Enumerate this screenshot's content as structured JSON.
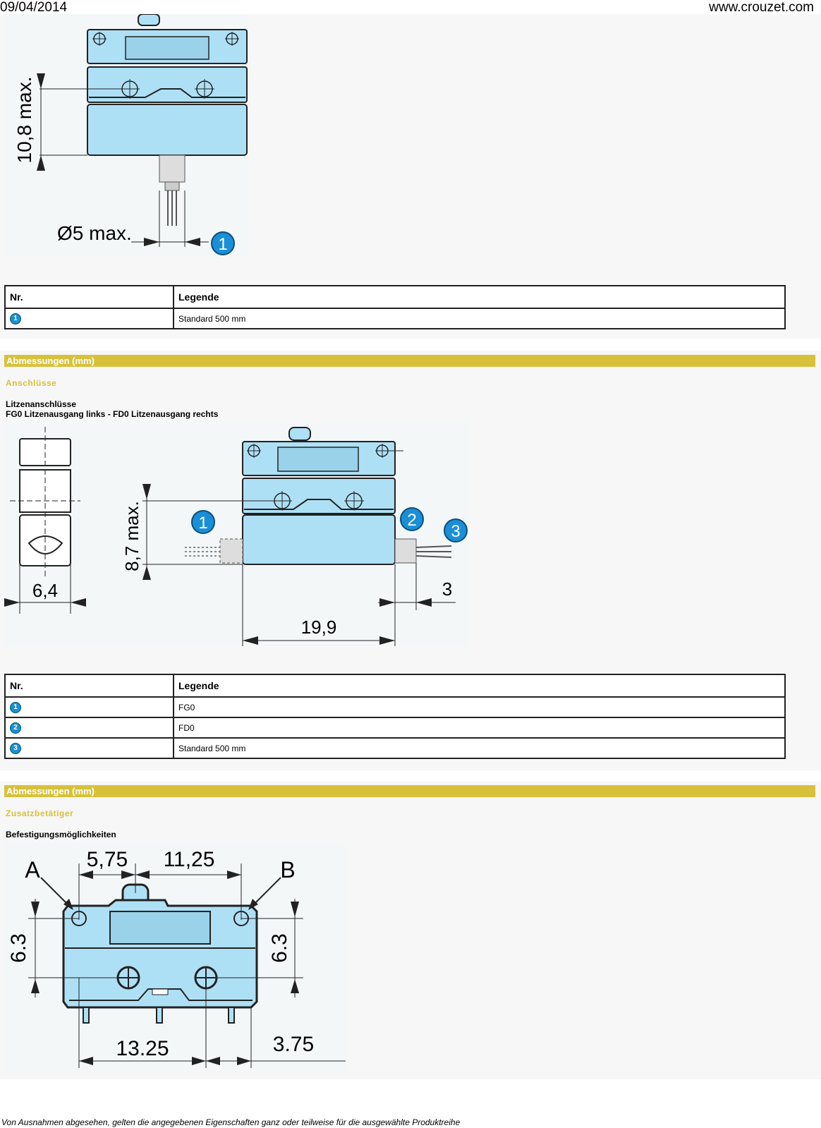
{
  "header": {
    "date": "09/04/2014",
    "site": "www.crouzet.com"
  },
  "figure1": {
    "dim_height": "10,8 max.",
    "dim_diameter": "Ø5 max.",
    "callouts": [
      "1"
    ]
  },
  "table1": {
    "headers": [
      "Nr.",
      "Legende"
    ],
    "rows": [
      {
        "nr": "1",
        "legend": "Standard 500 mm"
      }
    ]
  },
  "section1": {
    "band": "Abmessungen (mm)",
    "subtitle": "Anschlüsse",
    "caption_line1": "Litzenanschlüsse",
    "caption_line2": "FG0 Litzenausgang links - FD0 Litzenausgang rechts"
  },
  "figure2": {
    "dim_width_side": "6,4",
    "dim_height": "8,7 max.",
    "dim_length": "19,9",
    "dim_offset": "3",
    "callouts": [
      "1",
      "2",
      "3"
    ]
  },
  "table2": {
    "headers": [
      "Nr.",
      "Legende"
    ],
    "rows": [
      {
        "nr": "1",
        "legend": "FG0"
      },
      {
        "nr": "2",
        "legend": "FD0"
      },
      {
        "nr": "3",
        "legend": "Standard 500 mm"
      }
    ]
  },
  "section2": {
    "band": "Abmessungen (mm)",
    "subtitle": "Zusatzbetätiger",
    "caption": "Befestigungsmöglichkeiten"
  },
  "figure3": {
    "label_a": "A",
    "label_b": "B",
    "dim_top_left": "5,75",
    "dim_top_right": "11,25",
    "dim_left": "6.3",
    "dim_right": "6.3",
    "dim_bottom_left": "13.25",
    "dim_bottom_right": "3.75"
  },
  "footer": {
    "text": "Von Ausnahmen abgesehen, gelten die angegebenen Eigenschaften ganz oder teilweise für die ausgewählte Produktreihe"
  },
  "colors": {
    "band": "#d8c13a",
    "switch_body": "#aee0f5",
    "callout": "#1a8fd8"
  }
}
